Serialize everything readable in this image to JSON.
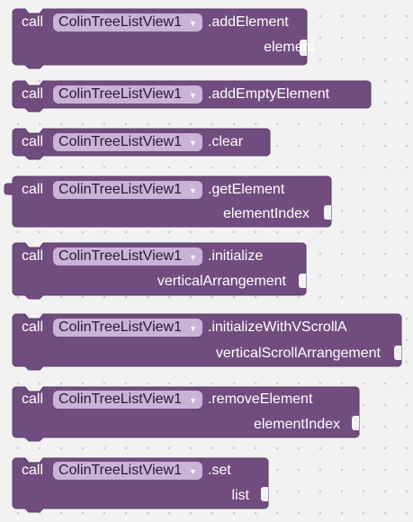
{
  "blocks": [
    {
      "keyword": "call",
      "component": "ColinTreeListView1",
      "method": ".addElement",
      "param": "element"
    },
    {
      "keyword": "call",
      "component": "ColinTreeListView1",
      "method": ".addEmptyElement",
      "param": ""
    },
    {
      "keyword": "call",
      "component": "ColinTreeListView1",
      "method": ".clear",
      "param": ""
    },
    {
      "keyword": "call",
      "component": "ColinTreeListView1",
      "method": ".getElement",
      "param": "elementIndex"
    },
    {
      "keyword": "call",
      "component": "ColinTreeListView1",
      "method": ".initialize",
      "param": "verticalArrangement"
    },
    {
      "keyword": "call",
      "component": "ColinTreeListView1",
      "method": ".initializeWithVScrollA",
      "param": "verticalScrollArrangement"
    },
    {
      "keyword": "call",
      "component": "ColinTreeListView1",
      "method": ".removeElement",
      "param": "elementIndex"
    },
    {
      "keyword": "call",
      "component": "ColinTreeListView1",
      "method": ".set",
      "param": "list"
    }
  ],
  "colors": {
    "block_fill": "#714d7f",
    "block_stroke": "#5d3d6a",
    "dropdown_bg": "#c9b3d6",
    "workspace_bg": "#f2f2f2"
  },
  "icons": {
    "dropdown_caret": "triangle-down"
  }
}
